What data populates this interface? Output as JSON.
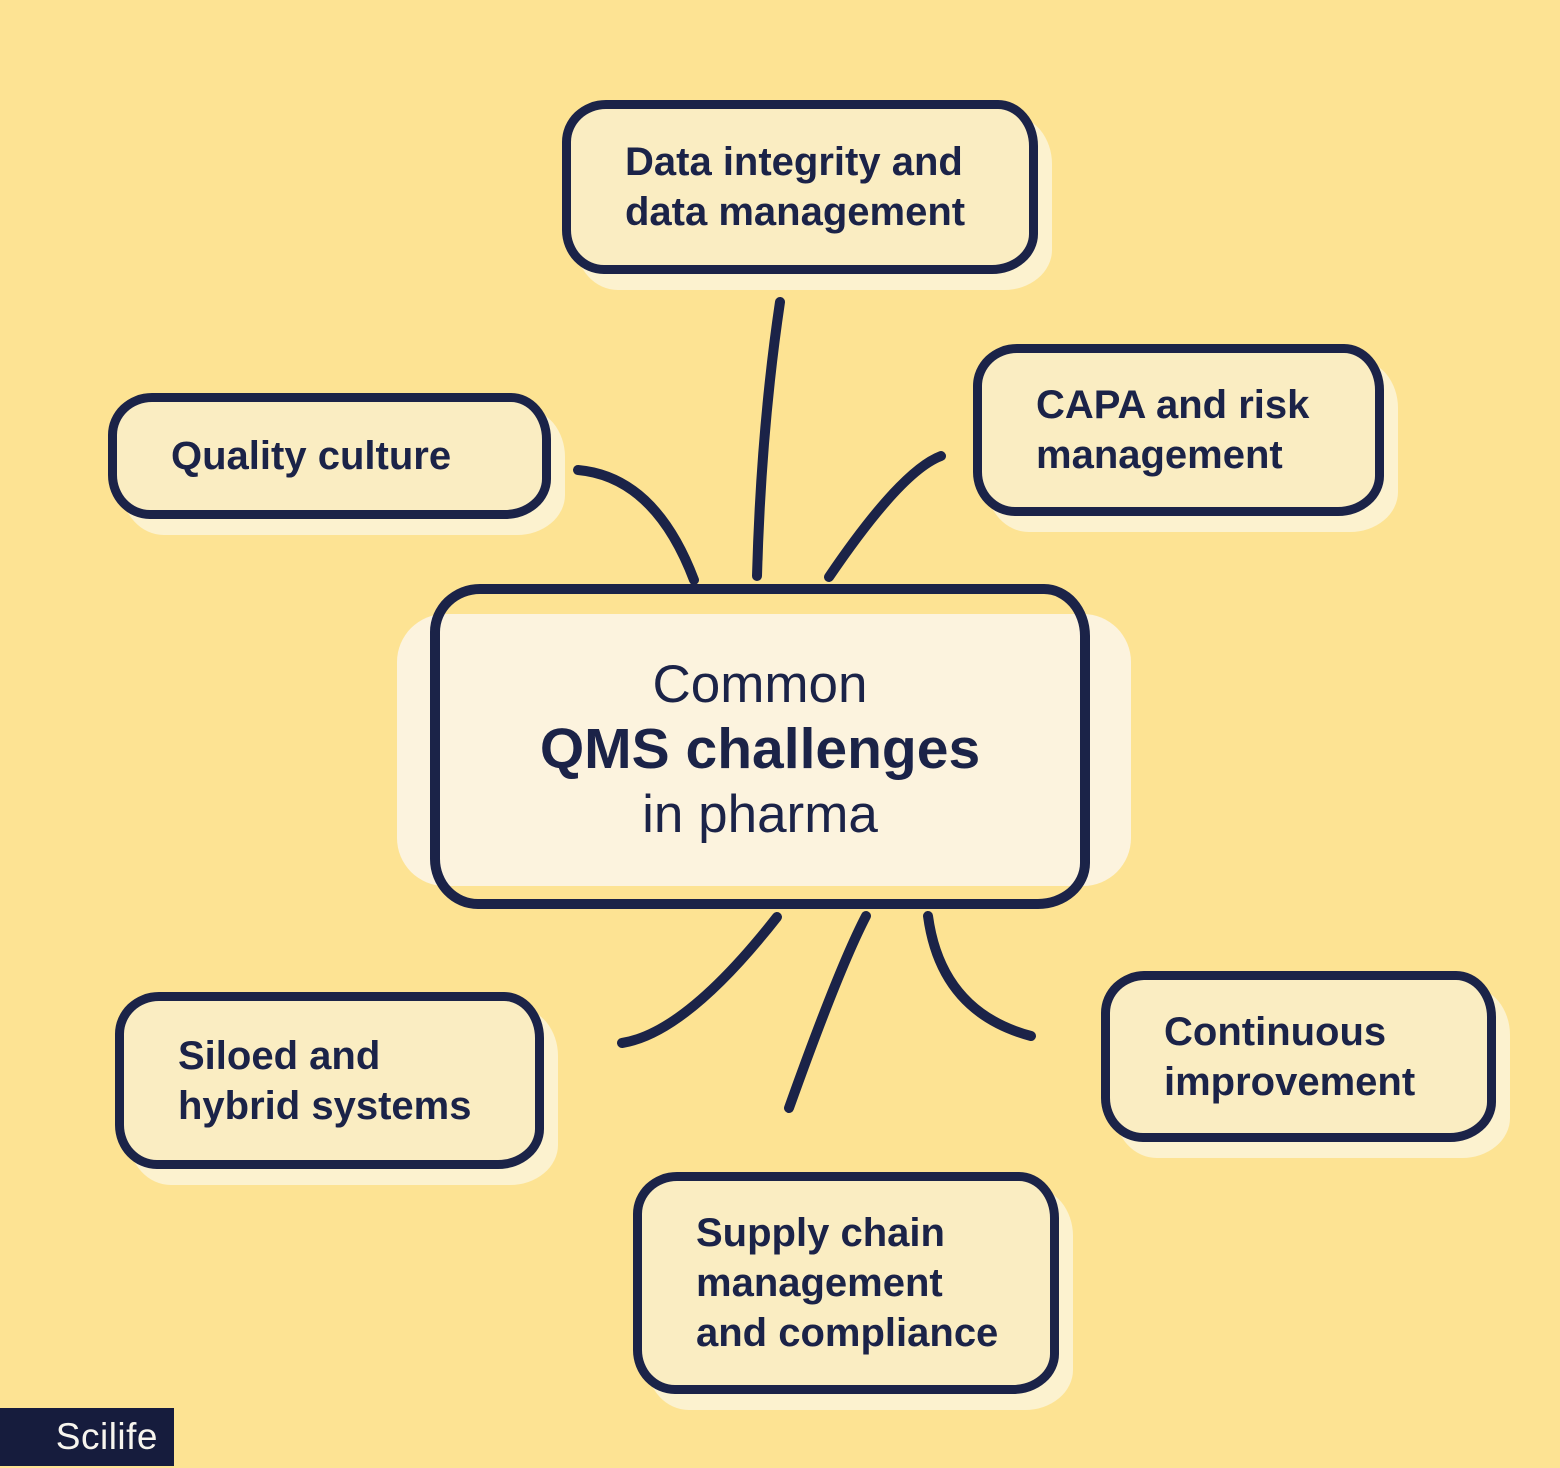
{
  "title": "Common QMS challenges in pharma mind map",
  "colors": {
    "background": "#FDE393",
    "navy": "#1B2348",
    "satellite_fill": "#FAEDC2",
    "satellite_shadow": "#FCF2CF",
    "center_fill": "#FCF3DE",
    "logo_plate": "#161C3D",
    "logo_text": "#F7F5EE"
  },
  "center": {
    "line1": "Common",
    "line2": "QMS challenges",
    "line3": "in pharma"
  },
  "nodes": [
    {
      "id": "data-integrity",
      "line1": "Data integrity and",
      "line2": "data management"
    },
    {
      "id": "capa-risk",
      "line1": "CAPA and risk",
      "line2": "management"
    },
    {
      "id": "quality-culture",
      "line1": "Quality culture"
    },
    {
      "id": "siloed-hybrid",
      "line1": "Siloed and",
      "line2": "hybrid systems"
    },
    {
      "id": "continuous-improvement",
      "line1": "Continuous",
      "line2": "improvement"
    },
    {
      "id": "supply-chain",
      "line1": "Supply chain",
      "line2": "management",
      "line3": "and compliance"
    }
  ],
  "logo": {
    "text": "Scilife"
  }
}
